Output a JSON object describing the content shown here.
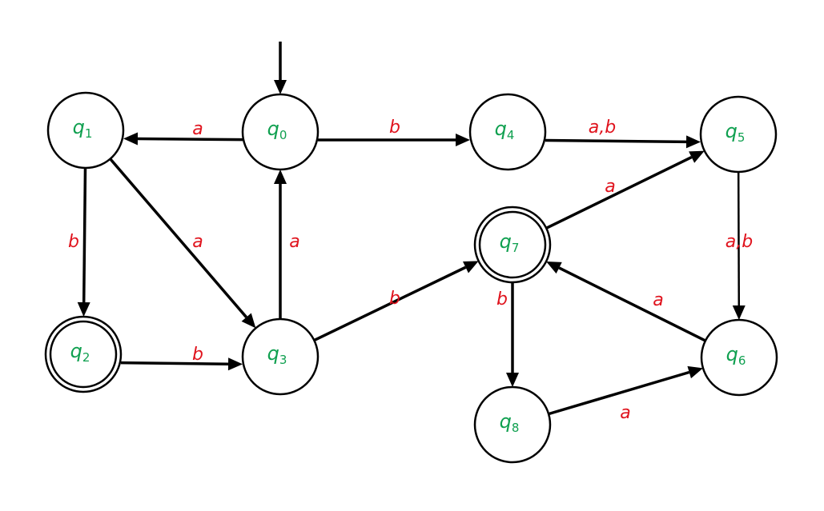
{
  "diagram": {
    "type": "finite-automaton",
    "colors": {
      "state_label": "#10a050",
      "edge_label": "#e0141e",
      "stroke": "#000000"
    },
    "start_state": "q0",
    "states": [
      {
        "id": "q0",
        "name": "q",
        "sub": "0",
        "accepting": false
      },
      {
        "id": "q1",
        "name": "q",
        "sub": "1",
        "accepting": false
      },
      {
        "id": "q2",
        "name": "q",
        "sub": "2",
        "accepting": true
      },
      {
        "id": "q3",
        "name": "q",
        "sub": "3",
        "accepting": false
      },
      {
        "id": "q4",
        "name": "q",
        "sub": "4",
        "accepting": false
      },
      {
        "id": "q5",
        "name": "q",
        "sub": "5",
        "accepting": false
      },
      {
        "id": "q6",
        "name": "q",
        "sub": "6",
        "accepting": false
      },
      {
        "id": "q7",
        "name": "q",
        "sub": "7",
        "accepting": true
      },
      {
        "id": "q8",
        "name": "q",
        "sub": "8",
        "accepting": false
      }
    ],
    "transitions": [
      {
        "from": "q0",
        "to": "q1",
        "label": "a"
      },
      {
        "from": "q0",
        "to": "q4",
        "label": "b"
      },
      {
        "from": "q1",
        "to": "q2",
        "label": "b"
      },
      {
        "from": "q1",
        "to": "q3",
        "label": "a"
      },
      {
        "from": "q2",
        "to": "q3",
        "label": "b"
      },
      {
        "from": "q3",
        "to": "q0",
        "label": "a"
      },
      {
        "from": "q3",
        "to": "q7",
        "label": "b"
      },
      {
        "from": "q4",
        "to": "q5",
        "label": "a,b"
      },
      {
        "from": "q7",
        "to": "q5",
        "label": "a"
      },
      {
        "from": "q5",
        "to": "q6",
        "label": "a,b"
      },
      {
        "from": "q6",
        "to": "q7",
        "label": "a"
      },
      {
        "from": "q7",
        "to": "q8",
        "label": "b"
      },
      {
        "from": "q8",
        "to": "q6",
        "label": "a"
      }
    ]
  }
}
